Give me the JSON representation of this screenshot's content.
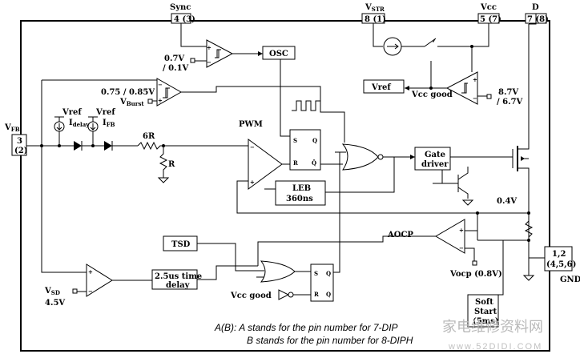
{
  "pins": {
    "sync": "Sync",
    "sync_num": "4 (3)",
    "vstr": "V",
    "vstr_sub": "STR",
    "vstr_num": "8 (1)",
    "vcc": "Vcc",
    "vcc_num": "5 (7)",
    "d": "D",
    "d_num": "7 (8)",
    "vfb": "V",
    "vfb_sub": "FB",
    "vfb_num1": "3",
    "vfb_num2": "(2)",
    "gnd_num1": "1,2",
    "gnd_num2": "(4,5,6)",
    "gnd": "GND"
  },
  "blocks": {
    "osc": "OSC",
    "vref": "Vref",
    "gate_driver_1": "Gate",
    "gate_driver_2": "driver",
    "leb_1": "LEB",
    "leb_2": "360ns",
    "tsd": "TSD",
    "delay_1": "2.5us time",
    "delay_2": "delay",
    "soft_start_1": "Soft",
    "soft_start_2": "Start",
    "soft_start_3": "(5ms)",
    "pwm": "PWM",
    "ff_s": "S",
    "ff_r": "R",
    "ff_q": "Q",
    "ff_qb": "Q̄"
  },
  "labels": {
    "v07": "0.7V",
    "v01": "/ 0.1V",
    "v075": "0.75 / 0.85V",
    "vburst": "V",
    "vburst_sub": "Burst",
    "vref_left": "Vref",
    "vref_right": "Vref",
    "idelay": "I",
    "idelay_sub": "delay",
    "ifb": "I",
    "ifb_sub": "FB",
    "r6": "6R",
    "r": "R",
    "vcc_good_top": "Vcc good",
    "v87": "8.7V",
    "v67": "/ 6.7V",
    "v04": "0.4V",
    "aocp": "AOCP",
    "vocp": "Vocp  (0.8V)",
    "vsd": "V",
    "vsd_sub": "SD",
    "v45": "4.5V",
    "vcc_good_bottom": "Vcc good"
  },
  "note": {
    "line1": "A(B): A stands for the pin number for 7-DIP",
    "line2": "B stands for the pin number for 8-DIPH"
  },
  "watermark": {
    "cn": "家电维修资料网",
    "url": "www.52DIDI.COM"
  }
}
